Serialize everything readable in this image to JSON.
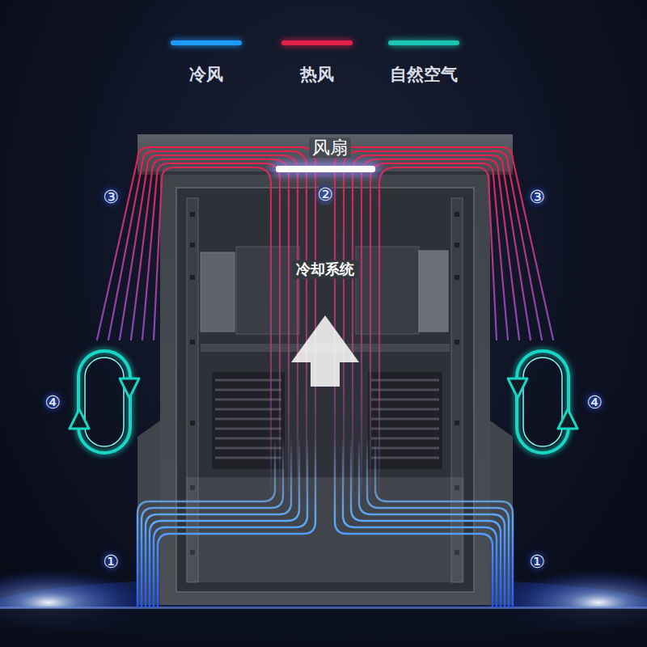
{
  "diagram": {
    "labels": [
      "风扇",
      "②",
      "③",
      "③",
      "④",
      "④",
      "①",
      "①",
      "冷却系统"
    ],
    "legend": [
      {
        "text": "冷风",
        "color": "#1e9bff"
      },
      {
        "text": "热风",
        "color": "#e0204a"
      },
      {
        "text": "自然空气",
        "color": "#1cc3b2"
      }
    ]
  }
}
